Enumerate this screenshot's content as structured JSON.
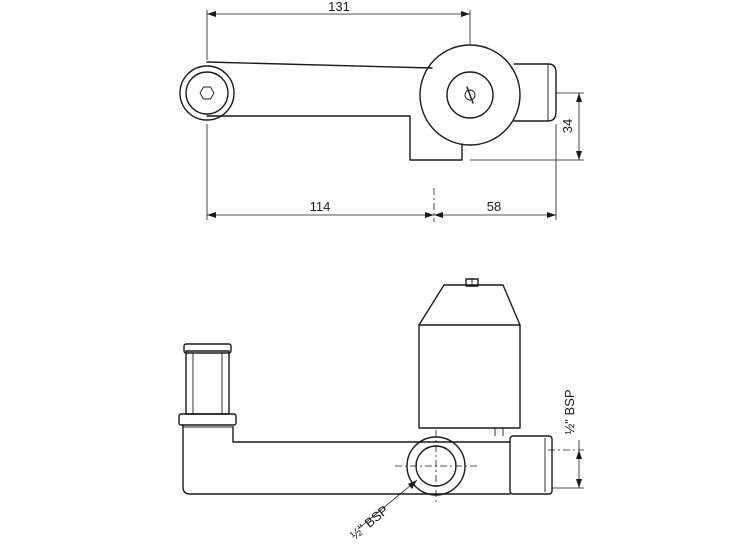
{
  "top_view": {
    "dimensions": {
      "overall_width": "131",
      "left_span": "114",
      "right_span": "58",
      "height": "34"
    }
  },
  "side_view": {
    "threads": {
      "outlet_thread": "½\" BSP",
      "inlet_thread": "½\" BSP"
    }
  },
  "colors": {
    "line": "#1a1a1a",
    "background": "#ffffff"
  }
}
